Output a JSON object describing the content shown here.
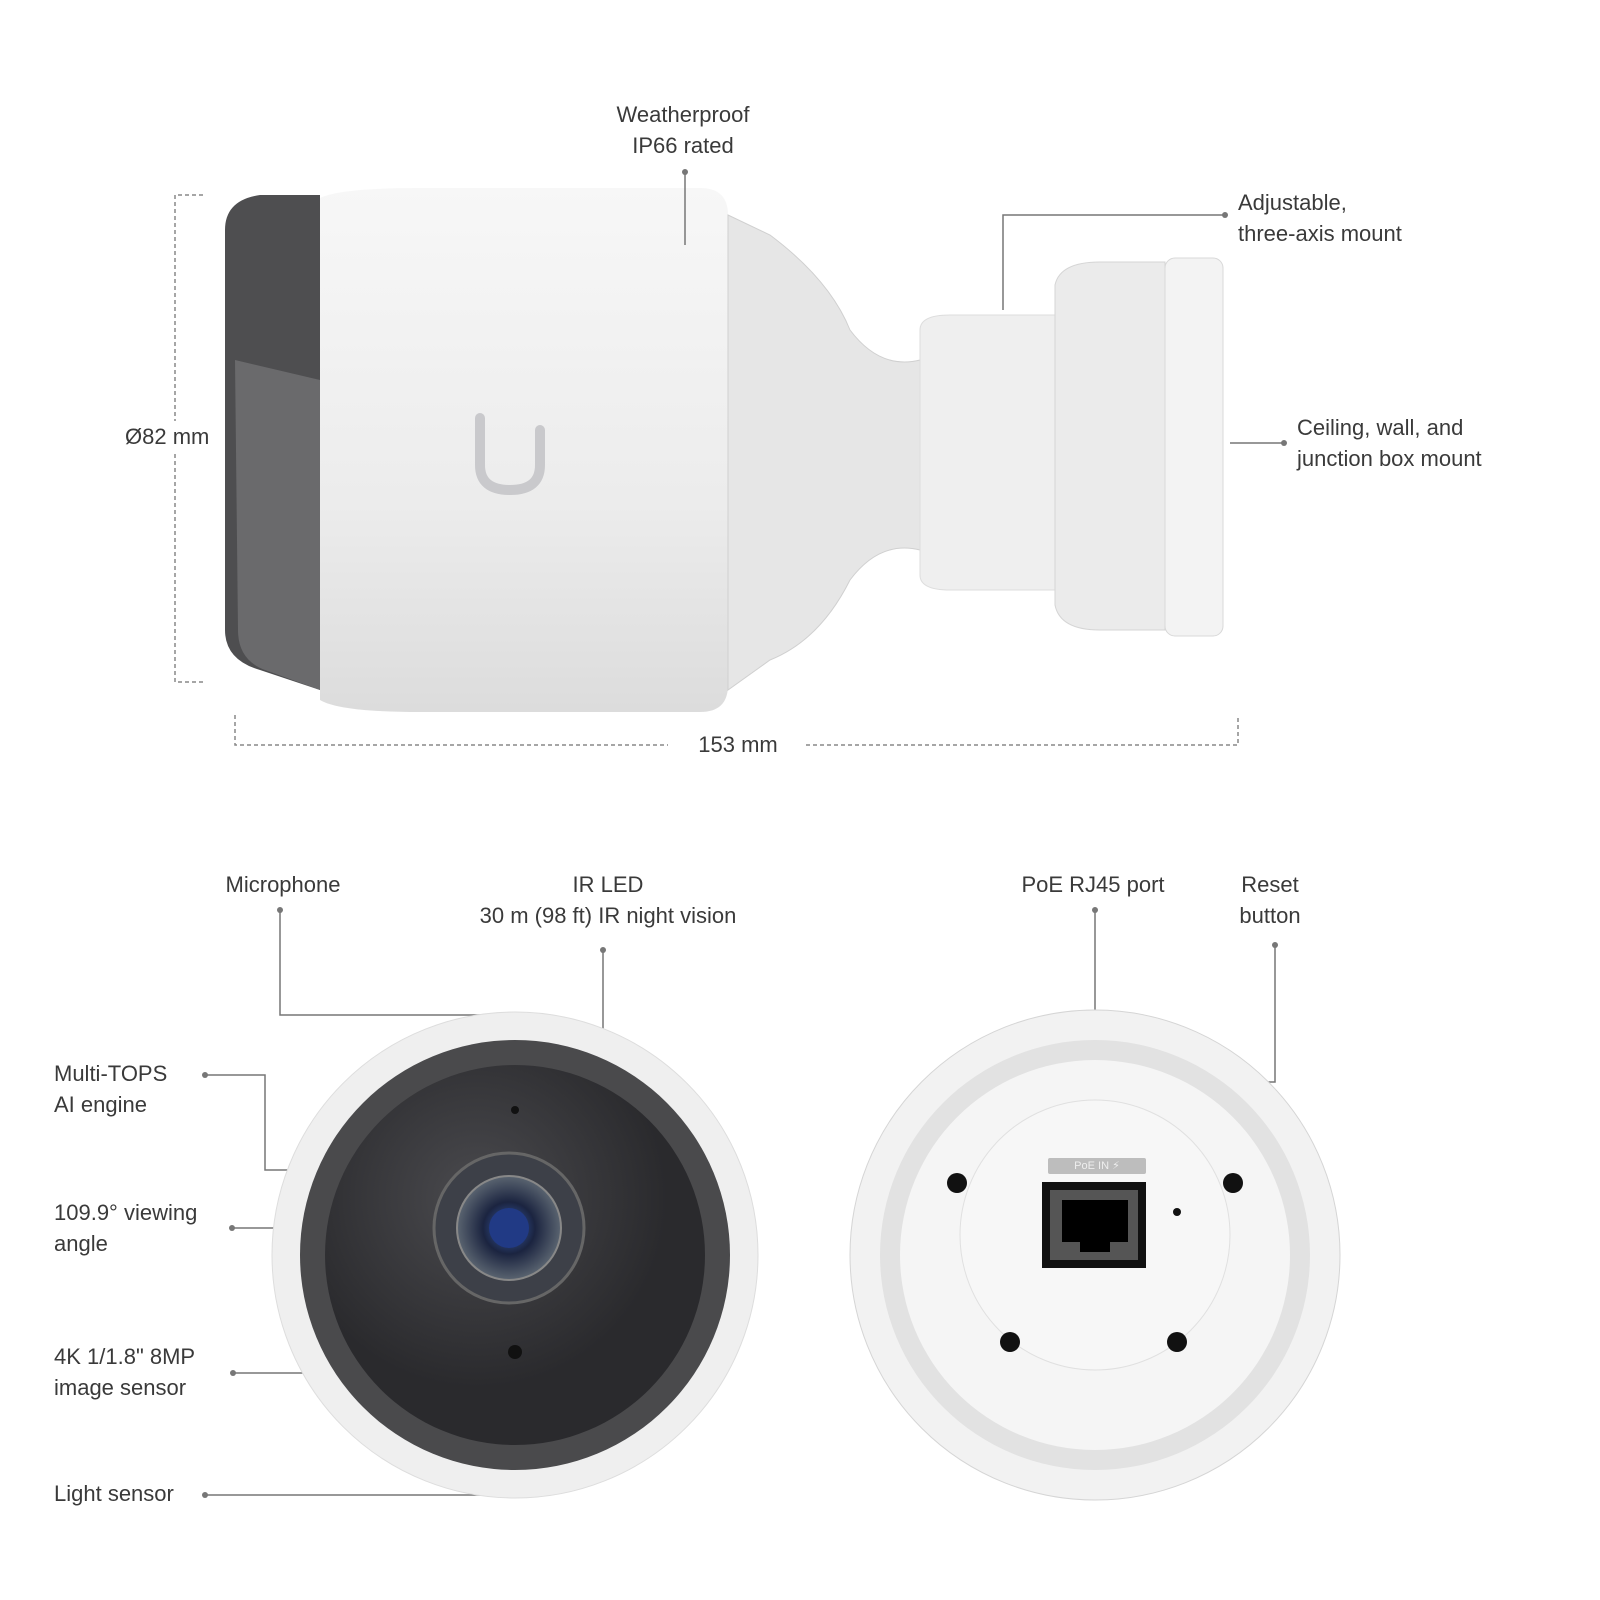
{
  "side_view": {
    "weatherproof": [
      "Weatherproof",
      "IP66 rated"
    ],
    "mount": [
      "Adjustable,",
      "three-axis mount"
    ],
    "ceiling": [
      "Ceiling, wall, and",
      "junction box mount"
    ],
    "diameter": "Ø82 mm",
    "length": "153 mm"
  },
  "front_view": {
    "microphone": "Microphone",
    "ir_led": [
      "IR LED",
      "30 m (98 ft) IR night vision"
    ],
    "ai_engine": [
      "Multi-TOPS",
      "AI engine"
    ],
    "viewing_angle": [
      "109.9° viewing",
      "angle"
    ],
    "image_sensor": [
      "4K 1/1.8\" 8MP",
      "image sensor"
    ],
    "light_sensor": "Light sensor"
  },
  "back_view": {
    "port": "PoE RJ45 port",
    "reset": [
      "Reset",
      "button"
    ],
    "port_marking": "PoE IN ⚡"
  },
  "colors": {
    "body": "#f2f2f2",
    "bezel": "#555555",
    "leader": "#777777"
  }
}
